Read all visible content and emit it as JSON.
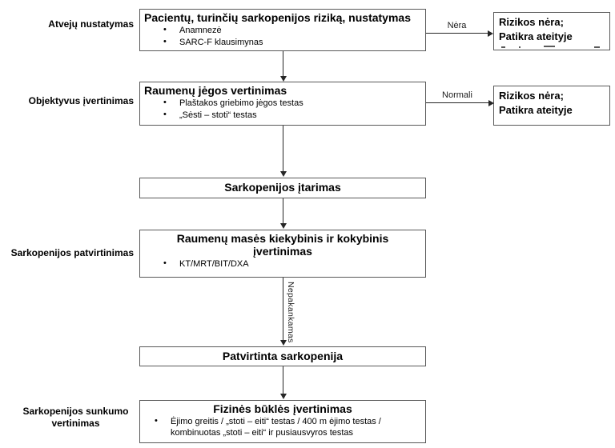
{
  "diagram": {
    "language": "Lithuanian",
    "topic": "Sarkopenijos diagnostikos algoritmas"
  },
  "icons": {
    "bullet": "•"
  },
  "colors": {
    "box_border": "#595959",
    "arrow": "#262626",
    "text": "#000000",
    "background": "#ffffff"
  },
  "stages": [
    {
      "label": "Atvejų nustatymas"
    },
    {
      "label": "Objektyvus įvertinimas"
    },
    {
      "label": "Sarkopenijos patvirtinimas"
    },
    {
      "label": "Sarkopenijos sunkumo vertinimas"
    }
  ],
  "flow": {
    "boxes": [
      {
        "title": "Pacientų, turinčių sarkopenijos riziką, nustatymas",
        "bullets": [
          "Anamnezė",
          "SARC-F klausimynas"
        ]
      },
      {
        "title": "Raumenų jėgos vertinimas",
        "bullets": [
          "Plaštakos griebimo jėgos testas",
          "„Sėsti – stoti“ testas"
        ]
      },
      {
        "title": "Sarkopenijos įtarimas",
        "bullets": []
      },
      {
        "title": "Raumenų masės kiekybinis ir kokybinis įvertinimas",
        "bullets": [
          "KT/MRT/BIT/DXA"
        ]
      },
      {
        "title": "Patvirtinta sarkopenija",
        "bullets": []
      },
      {
        "title": "Fizinės būklės įvertinimas",
        "bullets": [
          "Ėjimo greitis / „stoti – eiti“ testas / 400 m ėjimo testas / kombinuotas „stoti – eiti“ ir pusiausvyros testas"
        ]
      }
    ]
  },
  "outcomes": [
    {
      "lines": [
        "Rizikos nėra;",
        "Patikra ateityje"
      ]
    },
    {
      "lines": [
        "Rizikos nėra;",
        "Patikra ateityje"
      ]
    }
  ],
  "arrow_labels": {
    "none": "Nėra",
    "normal": "Normali",
    "insufficient": "Nepakankamas"
  }
}
